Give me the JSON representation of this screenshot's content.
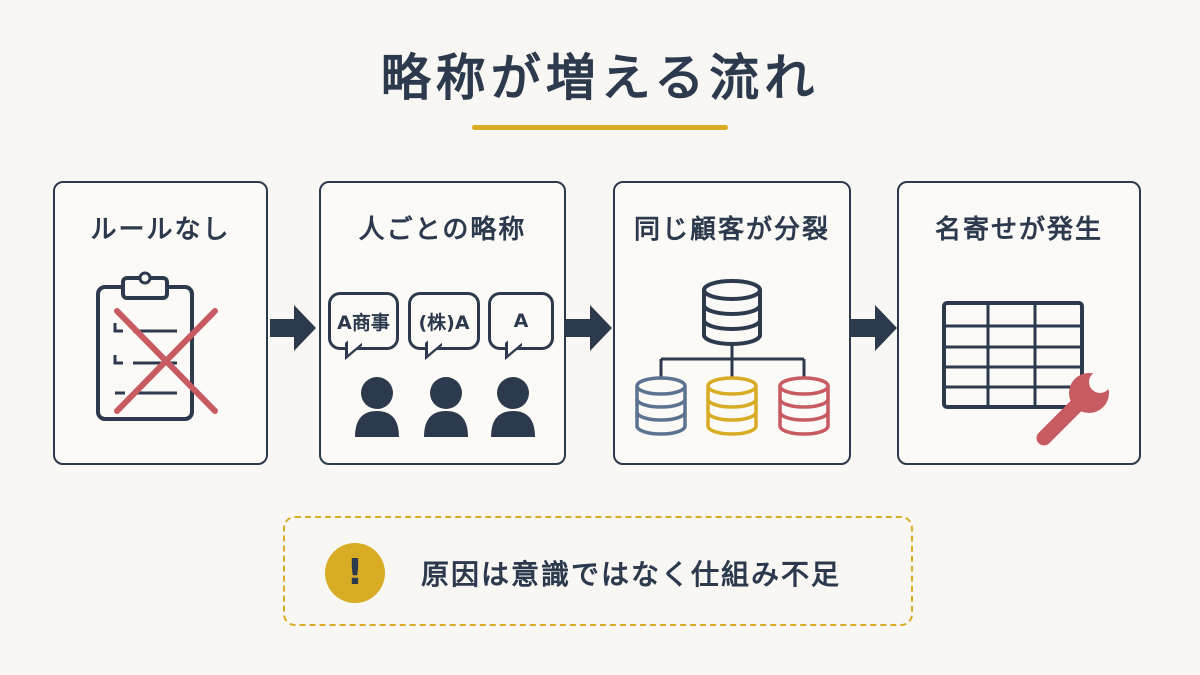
{
  "title": "略称が増える流れ",
  "steps": [
    {
      "label": "ルールなし",
      "icon": "clipboard-crossed-icon"
    },
    {
      "label": "人ごとの略称",
      "icon": "people-speech-icon",
      "bubbles": [
        "A商事",
        "(株)A",
        "A"
      ]
    },
    {
      "label": "同じ顧客が分裂",
      "icon": "database-split-icon"
    },
    {
      "label": "名寄せが発生",
      "icon": "table-wrench-icon"
    }
  ],
  "note": {
    "icon": "exclamation-icon",
    "mark": "!",
    "text": "原因は意識ではなく仕組み不足"
  },
  "colors": {
    "navy": "#2d3a4e",
    "gold": "#d9ac25",
    "red": "#c85a62",
    "slate": "#5b7390"
  }
}
